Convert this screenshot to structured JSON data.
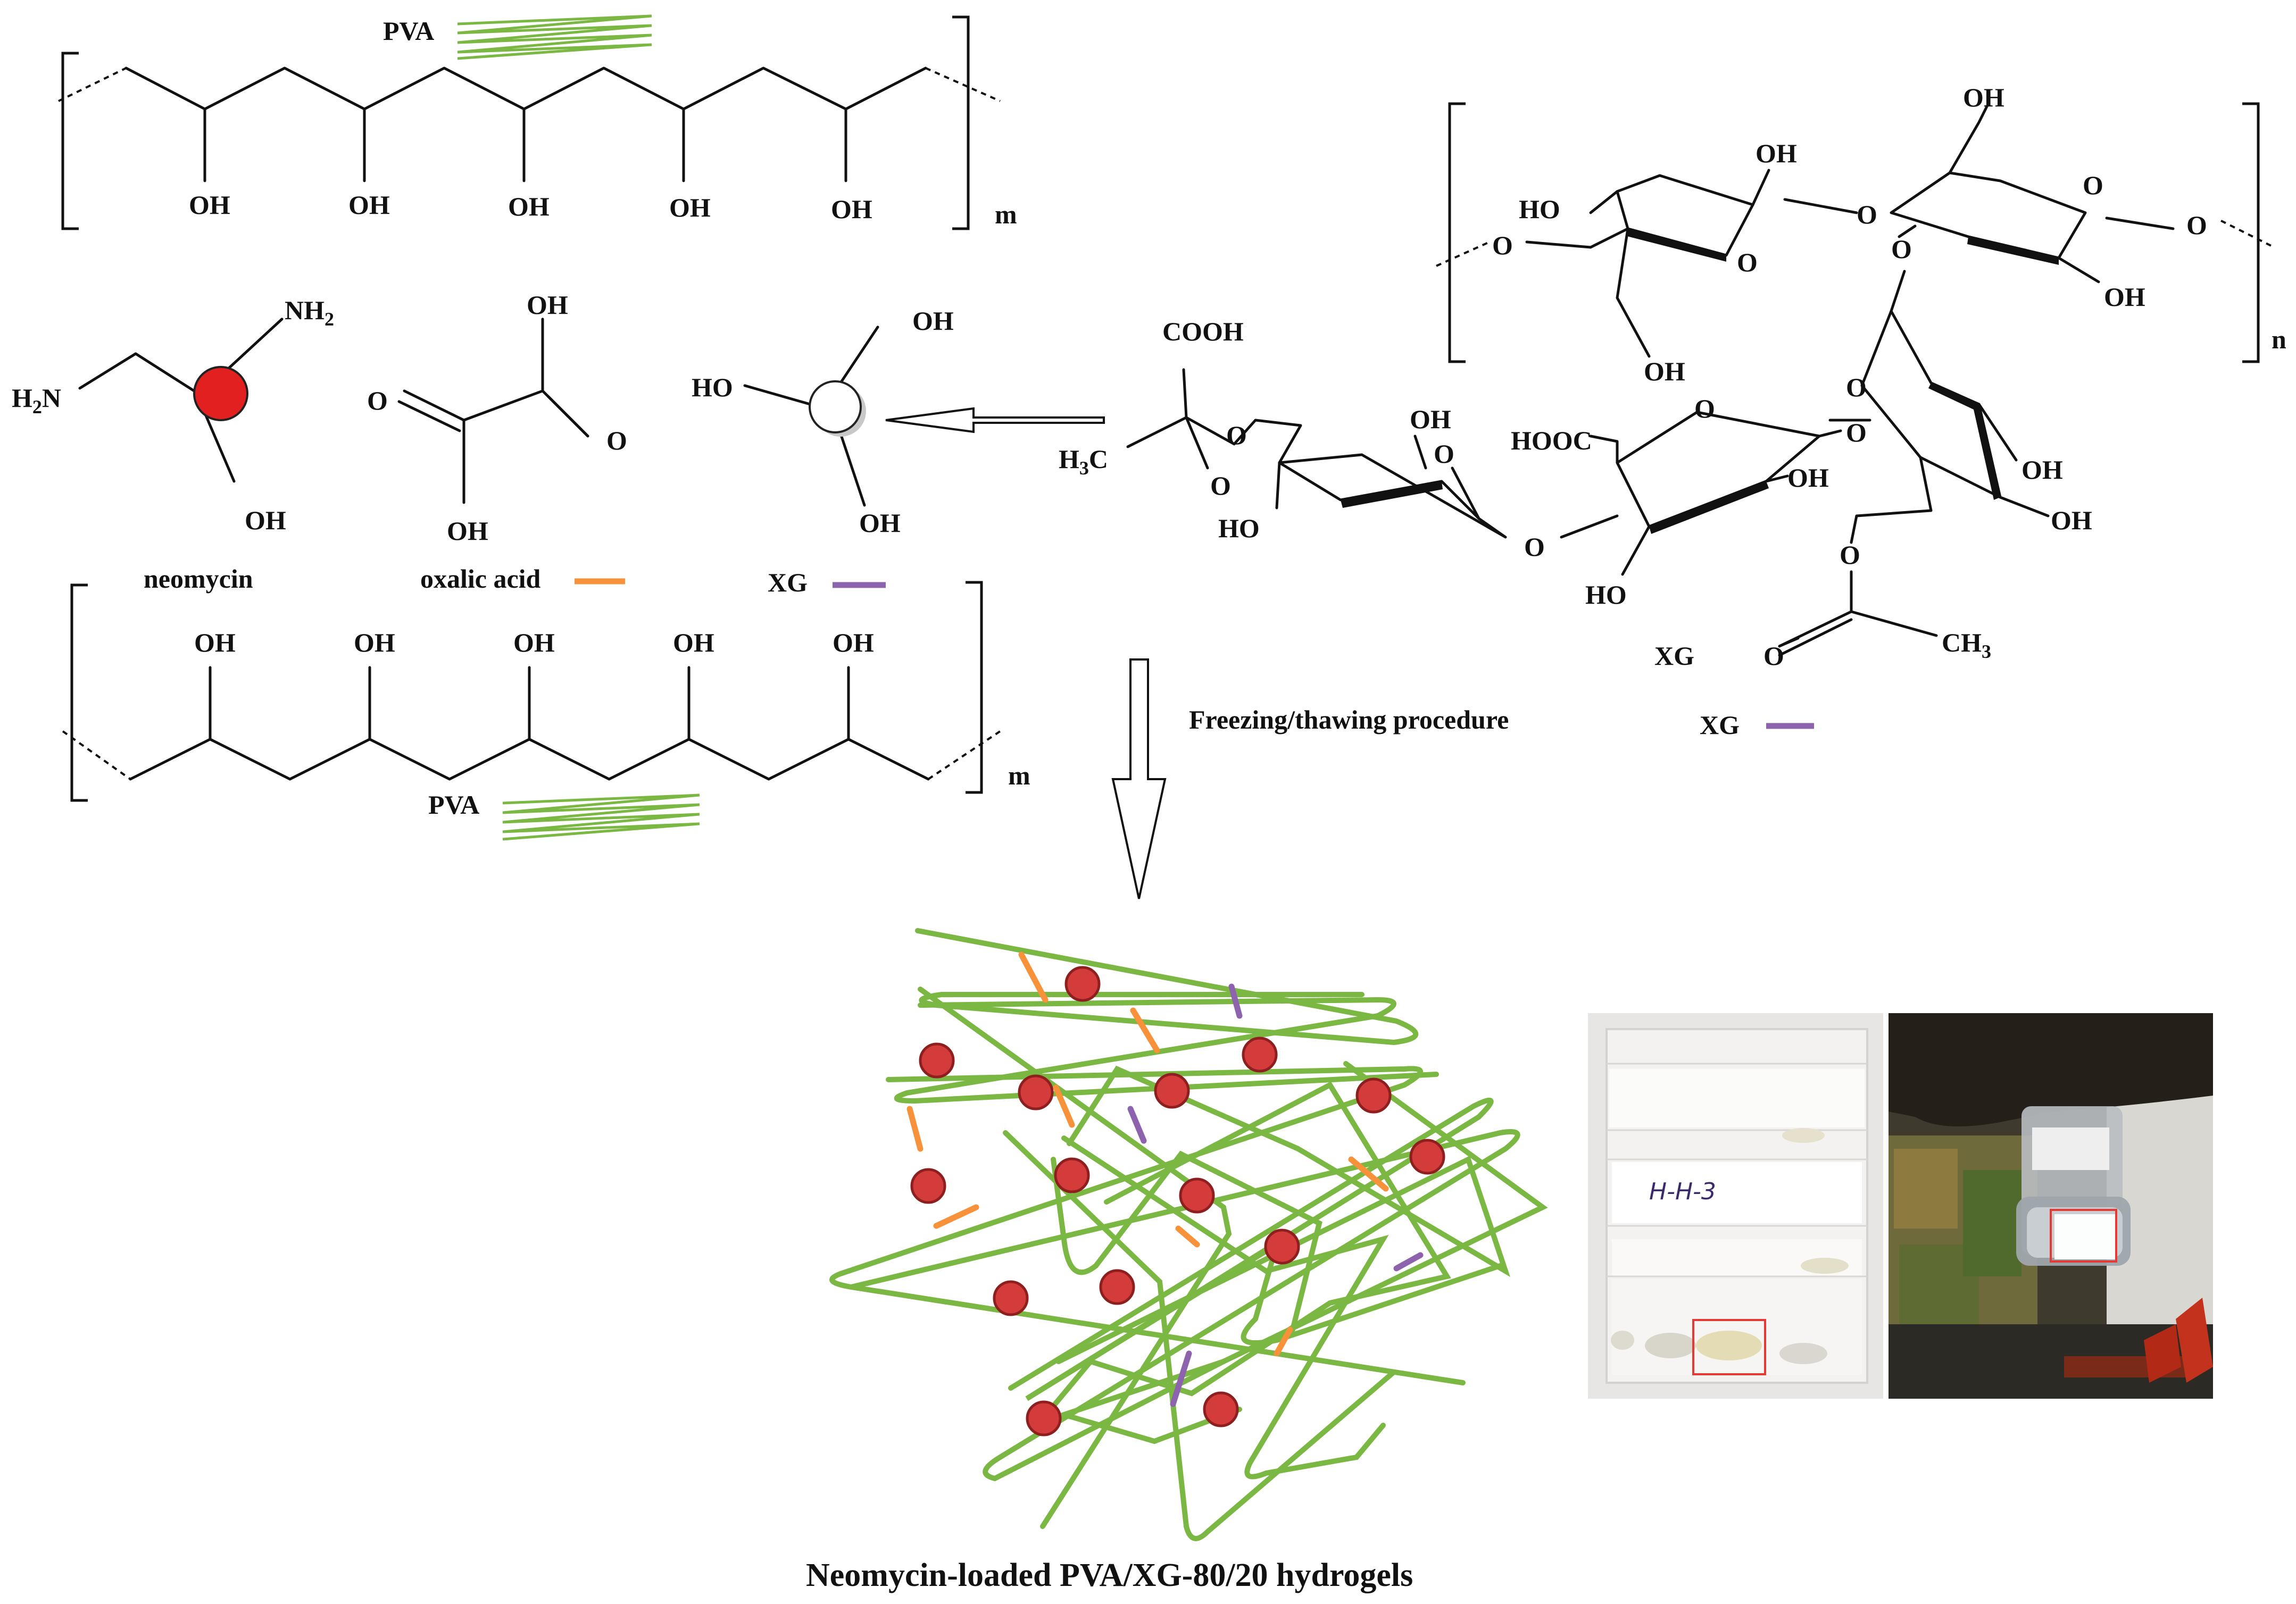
{
  "labels": {
    "pva_top": "PVA",
    "pva_bottom": "PVA",
    "m_top": "m",
    "m_bottom": "m",
    "n_xg": "n",
    "neomycin": "neomycin",
    "oxalic_acid": "oxalic acid",
    "xg_legend": "XG",
    "xg_structure": "XG",
    "xg_freeze": "XG",
    "freezing": "Freezing/thawing procedure",
    "caption": "Neomycin-loaded PVA/XG-80/20 hydrogels",
    "photo_label": "H-H-3"
  },
  "atoms": {
    "oh": "OH",
    "ho": "HO",
    "nh2_main": "NH",
    "h2n_h": "H",
    "h2n_n": "N",
    "sub2": "2",
    "o": "O",
    "cooh": "COOH",
    "hooc": "HOOC",
    "h3c_h": "H",
    "h3c_c": "C",
    "sub3": "3",
    "ch3_main": "CH"
  },
  "colors": {
    "pva": "#7bb843",
    "neomycin": "#e32020",
    "oxalic_acid": "#f7913a",
    "xg": "#8e63ad",
    "highlight_box": "#e53935"
  }
}
